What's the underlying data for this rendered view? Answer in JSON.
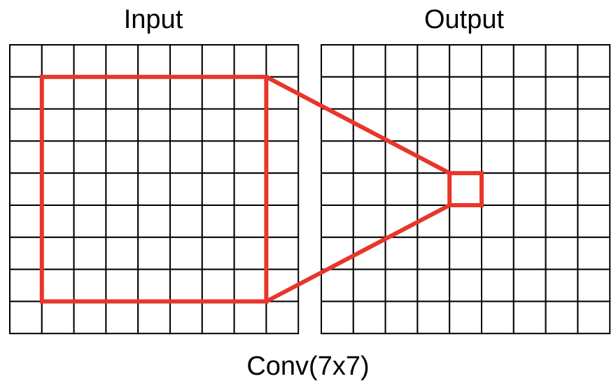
{
  "titles": {
    "input": "Input",
    "output": "Output"
  },
  "caption": "Conv(7x7)",
  "grids": {
    "input": {
      "rows": 9,
      "cols": 9
    },
    "output": {
      "rows": 9,
      "cols": 9
    }
  },
  "kernel": {
    "size": 7,
    "input_rows": [
      1,
      7
    ],
    "input_cols": [
      1,
      7
    ],
    "output_cell": {
      "row": 4,
      "col": 4
    }
  },
  "colors": {
    "grid_line": "#000000",
    "highlight": "#e8362a",
    "background": "#ffffff"
  }
}
